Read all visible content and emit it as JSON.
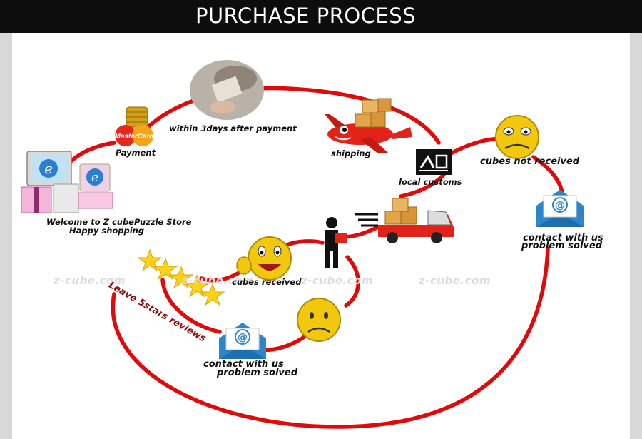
{
  "header": {
    "title": "PURCHASE PROCESS"
  },
  "watermark": "z-cube.com",
  "steps": {
    "welcome_line1": "Welcome to Z cubePuzzle Store",
    "welcome_line2": "Happy shopping",
    "payment": "Payment",
    "mastercard": "MasterCard",
    "within": "within 3days after payment",
    "shipping": "shipping",
    "customs": "local customs",
    "not_received": "cubes not received",
    "contact_right_1": "contact with us",
    "contact_right_2": "problem solved",
    "received": "cubes received",
    "review": "Leave 5stars reviews",
    "contact_bottom_1": "contact with us",
    "contact_bottom_2": "problem solved"
  },
  "icons": [
    "computer-gift-icon",
    "mastercard-coins-icon",
    "hand-cash-photo",
    "plane-boxes-icon",
    "customs-icon",
    "sad-face-icon",
    "email-icon",
    "truck-boxes-icon",
    "delivery-man-icon",
    "happy-face-icon",
    "stars-icon",
    "unhappy-face-icon"
  ],
  "colors": {
    "flow_line": "#e10a0a",
    "header_bg": "#0d0d0d",
    "header_text": "#ffffff",
    "smiley": "#f2c80f"
  }
}
